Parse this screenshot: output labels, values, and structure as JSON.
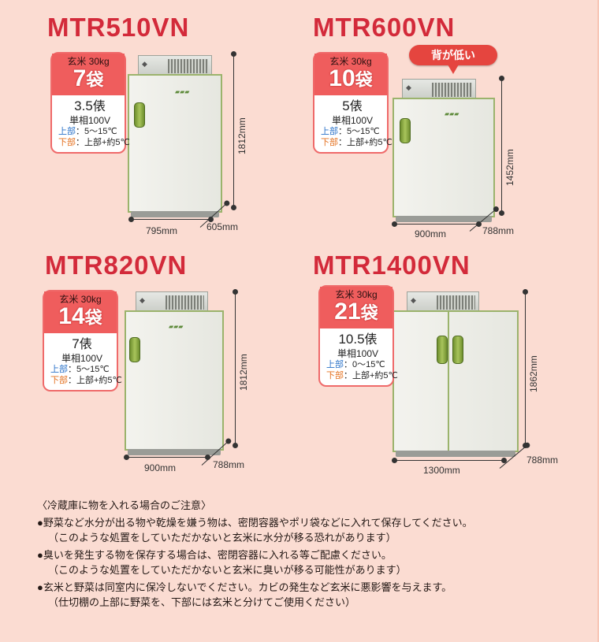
{
  "models": [
    {
      "name": "MTR510VN",
      "rice": "玄米 30kg",
      "bags": "7",
      "bag_unit": "袋",
      "hyo": "3.5",
      "hyo_unit": "俵",
      "power": "単相100V",
      "upper_label": "上部",
      "upper_temp": "：5～15℃",
      "lower_label": "下部",
      "lower_temp": "：上部+約5℃",
      "height": "1812mm",
      "width": "795mm",
      "depth": "605mm"
    },
    {
      "name": "MTR600VN",
      "rice": "玄米 30kg",
      "bags": "10",
      "bag_unit": "袋",
      "hyo": "5",
      "hyo_unit": "俵",
      "power": "単相100V",
      "upper_label": "上部",
      "upper_temp": "：5～15℃",
      "lower_label": "下部",
      "lower_temp": "：上部+約5℃",
      "height": "1452mm",
      "width": "900mm",
      "depth": "788mm",
      "callout": "背が低い"
    },
    {
      "name": "MTR820VN",
      "rice": "玄米 30kg",
      "bags": "14",
      "bag_unit": "袋",
      "hyo": "7",
      "hyo_unit": "俵",
      "power": "単相100V",
      "upper_label": "上部",
      "upper_temp": "：5～15℃",
      "lower_label": "下部",
      "lower_temp": "：上部+約5℃",
      "height": "1812mm",
      "width": "900mm",
      "depth": "788mm"
    },
    {
      "name": "MTR1400VN",
      "rice": "玄米 30kg",
      "bags": "21",
      "bag_unit": "袋",
      "hyo": "10.5",
      "hyo_unit": "俵",
      "power": "単相100V",
      "upper_label": "上部",
      "upper_temp": "：0～15℃",
      "lower_label": "下部",
      "lower_temp": "：上部+約5℃",
      "height": "1862mm",
      "width": "1300mm",
      "depth": "788mm"
    }
  ],
  "notes": {
    "title": "〈冷蔵庫に物を入れる場合のご注意〉",
    "items": [
      {
        "main": "●野菜など水分が出る物や乾燥を嫌う物は、密閉容器やポリ袋などに入れて保存してください。",
        "sub": "（このような処置をしていただかないと玄米に水分が移る恐れがあります）"
      },
      {
        "main": "●臭いを発生する物を保存する場合は、密閉容器に入れる等ご配慮ください。",
        "sub": "（このような処置をしていただかないと玄米に臭いが移る可能性があります）"
      },
      {
        "main": "●玄米と野菜は同室内に保冷しないでください。カビの発生など玄米に悪影響を与えます。",
        "sub": "（仕切棚の上部に野菜を、下部には玄米と分けてご使用ください）"
      }
    ]
  },
  "colors": {
    "background": "#fbdcd2",
    "title": "#d32a3a",
    "card_header": "#ef5d5d",
    "upper_label": "#2a72c8",
    "lower_label": "#e4701e"
  }
}
